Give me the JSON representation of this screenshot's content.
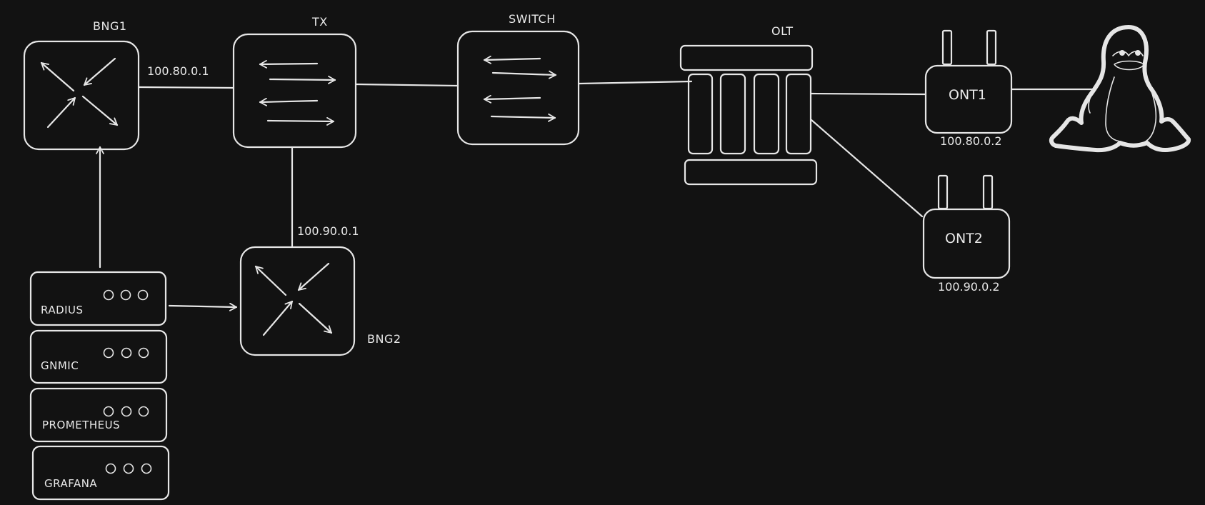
{
  "colors": {
    "background": "#121212",
    "stroke": "#e6e6e6"
  },
  "nodes": {
    "bng1": {
      "label": "BNG1",
      "icon": "router-icon"
    },
    "tx": {
      "label": "TX",
      "icon": "switch-icon"
    },
    "switch": {
      "label": "SWITCH",
      "icon": "switch-icon"
    },
    "olt": {
      "label": "OLT",
      "icon": "olt-icon"
    },
    "ont1": {
      "label": "ONT1",
      "ip": "100.80.0.2",
      "icon": "ont-icon"
    },
    "ont2": {
      "label": "ONT2",
      "ip": "100.90.0.2",
      "icon": "ont-icon"
    },
    "bng2": {
      "label": "BNG2",
      "icon": "router-icon"
    },
    "linux": {
      "icon": "tux-icon"
    }
  },
  "links": {
    "bng1_tx_ip": "100.80.0.1",
    "tx_bng2_ip": "100.90.0.1"
  },
  "servers": [
    {
      "label": "RADIUS"
    },
    {
      "label": "GNMIC"
    },
    {
      "label": "PROMETHEUS"
    },
    {
      "label": "GRAFANA"
    }
  ]
}
